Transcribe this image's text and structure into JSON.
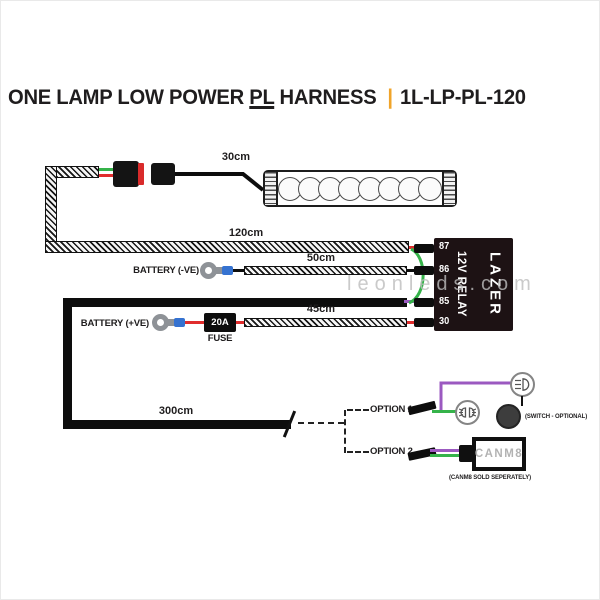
{
  "title": {
    "part1": "ONE LAMP LOW POWER",
    "part2_underlined": "PL",
    "part3": "HARNESS",
    "separator": "|",
    "code": "1L-LP-PL-120"
  },
  "watermark": {
    "text": "leonleds.com"
  },
  "lengths": {
    "lamp_lead": "30cm",
    "main_run": "120cm",
    "battery_neg_run": "50cm",
    "battery_pos_run": "45cm",
    "switch_run": "300cm"
  },
  "labels": {
    "battery_neg": "BATTERY (-VE)",
    "battery_pos": "BATTERY (+VE)",
    "fuse_rating": "20A",
    "fuse": "FUSE",
    "option1": "OPTION 1",
    "option2": "OPTION 2",
    "switch_note": "(SWITCH - OPTIONAL)",
    "canm8": "CANM8",
    "canm8_note": "(CANM8 SOLD SEPERATELY)"
  },
  "relay": {
    "brand": "LAZER",
    "name": "12V RELAY",
    "terminals": [
      "87",
      "86",
      "85",
      "30"
    ]
  },
  "lamp": {
    "led_count": 8
  },
  "colors": {
    "accent_yellow": "#f0a42a",
    "wire_red": "#e02d2d",
    "wire_green": "#35b34a",
    "wire_purple": "#9b59c0",
    "crimp_blue": "#3572d0",
    "ring_gray": "#8e9297",
    "relay_body": "#1d1214",
    "watermark_gray": "#bdbdbd"
  }
}
